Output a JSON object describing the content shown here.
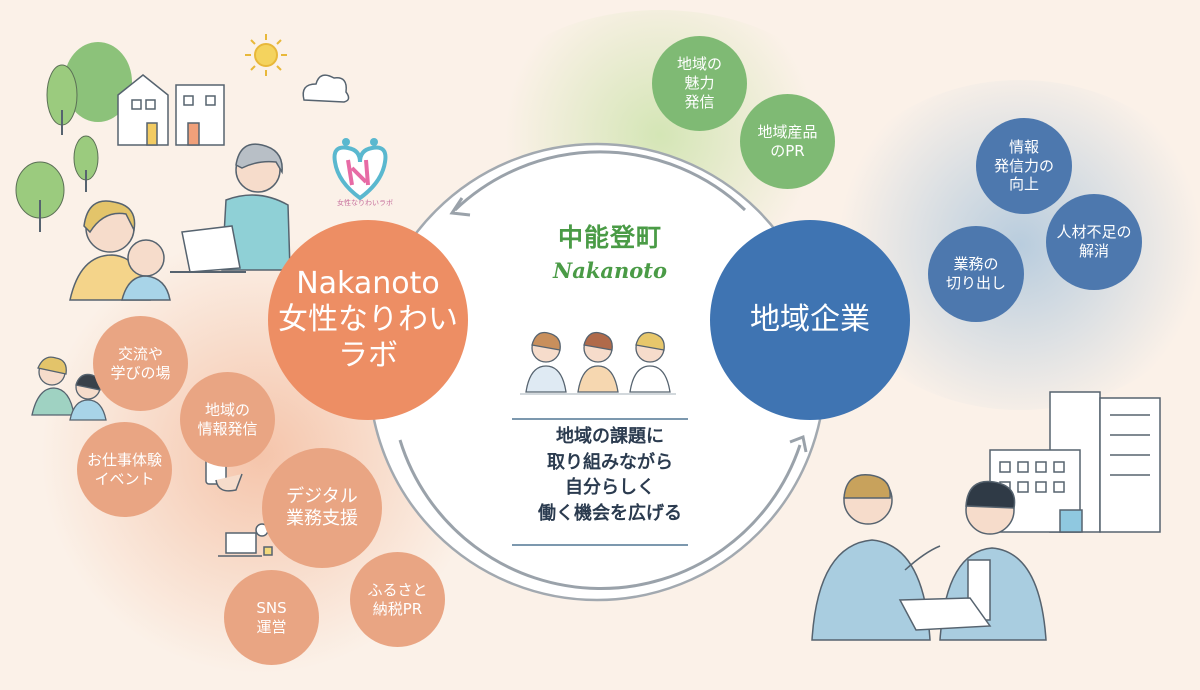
{
  "center": {
    "title_jp": "中能登町",
    "title_en": "Nakanoto",
    "message": "地域の課題に\n取り組みながら\n自分らしく\n働く機会を広げる"
  },
  "main_nodes": {
    "lab": "Nakanoto\n女性なりわい\nラボ",
    "companies": "地域企業"
  },
  "logo": {
    "caption": "女性なりわいラボ"
  },
  "lab_activities": [
    "交流や\n学びの場",
    "地域の\n情報発信",
    "お仕事体験\nイベント",
    "デジタル\n業務支援",
    "SNS\n運営",
    "ふるさと\n納税PR"
  ],
  "green_topics": [
    "地域の\n魅力\n発信",
    "地域産品\nのPR"
  ],
  "company_needs": [
    "情報\n発信力の\n向上",
    "業務の\n切り出し",
    "人材不足の\n解消"
  ],
  "colors": {
    "lab": "#ed8e64",
    "companies": "#3f74b2",
    "activity": "#e9a583",
    "green": "#7fba74",
    "need": "#4d78ae",
    "title_green": "#4a9b46"
  }
}
